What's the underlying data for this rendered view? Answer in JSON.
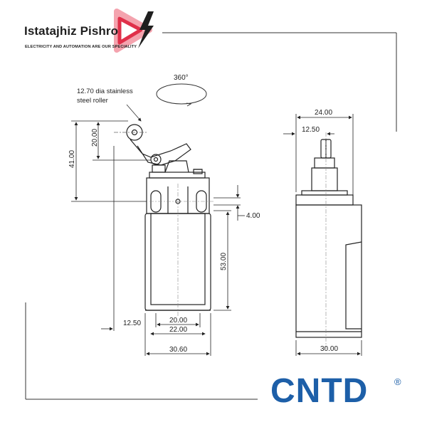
{
  "brand": {
    "name": "Istatajhiz Pishro",
    "tagline": "ELECTRICITY AND AUTOMATION ARE OUR SPECIALITY",
    "colors": {
      "logo_red": "#e0304a",
      "logo_pink": "#f4a3ae",
      "cntd_blue": "#1d5fa8"
    },
    "icon": "lightning-bolt-icon"
  },
  "drawing": {
    "rotation_label": "360°",
    "roller_note_line1": "12.70 dia stainless",
    "roller_note_line2": "steel roller",
    "dims": {
      "arm_height": "20.00",
      "total_height": "41.00",
      "body_height": "53.00",
      "hole_offset": "4.00",
      "roller_offset": "12.50",
      "hole_spacing": "20.00",
      "body_inner_width": "22.00",
      "body_width": "30.60",
      "side_width": "24.00",
      "side_plunger_offset": "12.50",
      "side_depth": "30.00"
    }
  },
  "manufacturer": {
    "name": "CNTD",
    "registered": "®"
  }
}
